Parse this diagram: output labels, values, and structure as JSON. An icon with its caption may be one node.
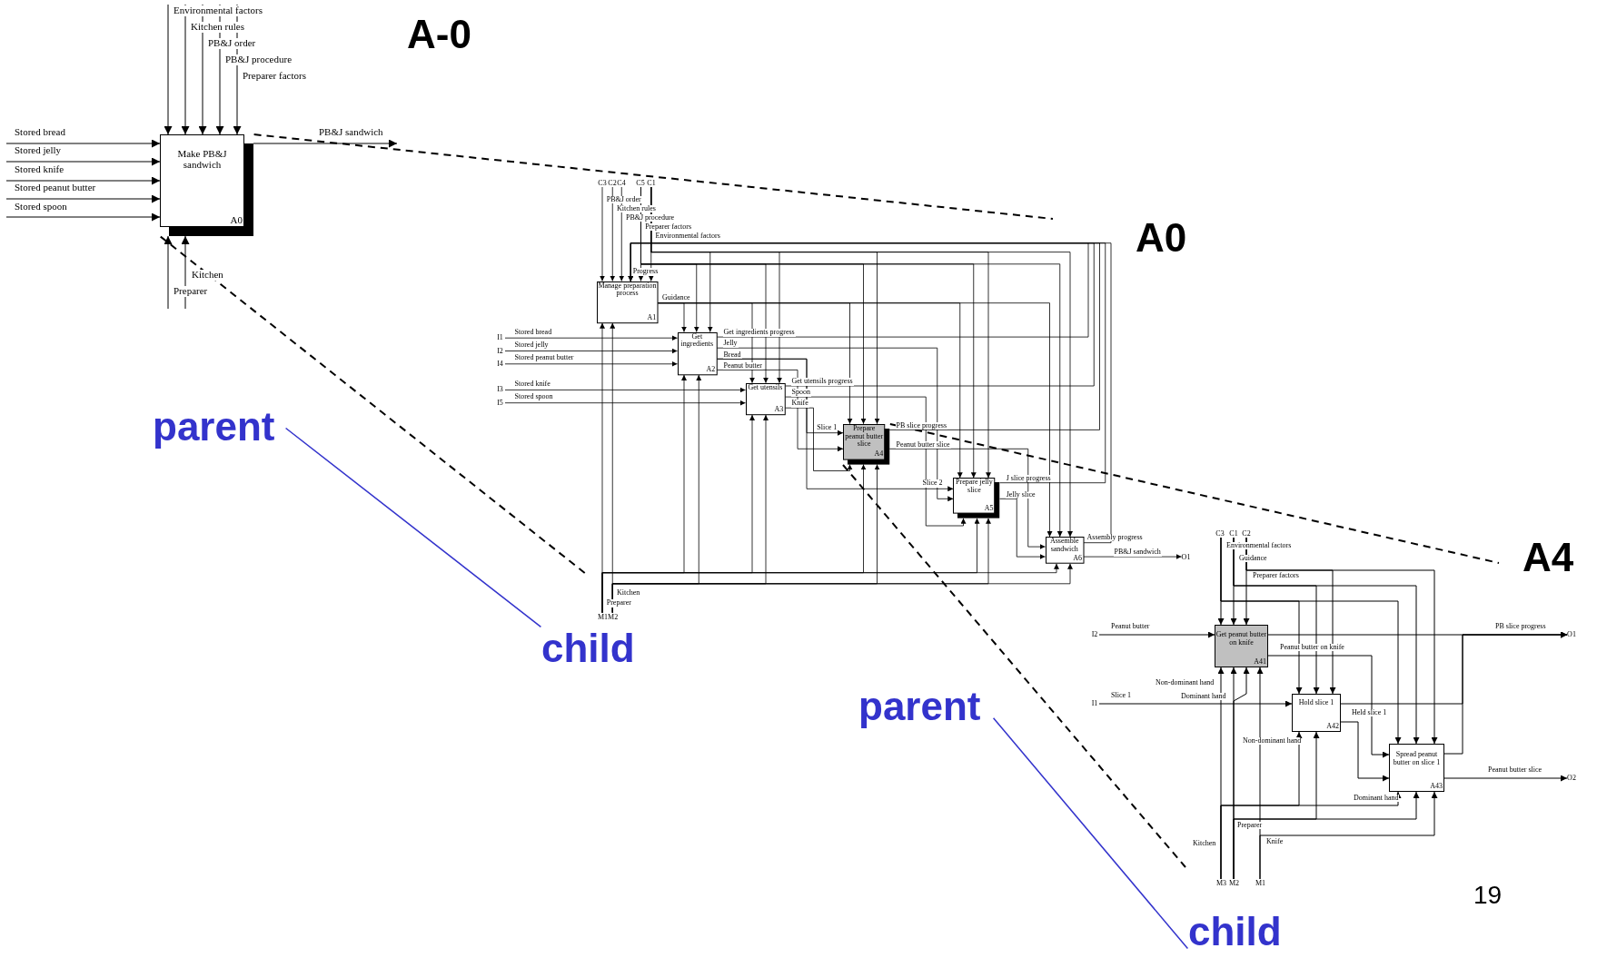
{
  "diagram": {
    "nodes": [
      {
        "text": [
          "Make PB&J sandwich",
          "A0"
        ]
      },
      {
        "text": [
          "Manage preparation process",
          "A1"
        ]
      },
      {
        "text": [
          "Get ingredients",
          "A2"
        ]
      },
      {
        "text": [
          "Get utensils",
          "A3"
        ]
      },
      {
        "text": [
          "Prepare peanut butter slice",
          "A4"
        ]
      },
      {
        "text": [
          "Prepare jelly slice",
          "A5"
        ]
      },
      {
        "text": [
          "Assemble sandwich",
          "A6"
        ]
      },
      {
        "text": [
          "Get peanut butter on knife",
          "A41"
        ]
      },
      {
        "text": [
          "Hold slice 1",
          "A42"
        ]
      },
      {
        "text": [
          "Spread peanut butter on slice 1",
          "A43"
        ]
      },
      {
        "text": [
          "parent"
        ]
      },
      {
        "text": [
          "child"
        ]
      },
      {
        "text": [
          "parent"
        ]
      },
      {
        "text": [
          "child"
        ]
      },
      {
        "text": [
          "C3"
        ]
      },
      {
        "text": [
          "C2"
        ]
      },
      {
        "text": [
          "C4"
        ]
      },
      {
        "text": [
          "C5"
        ]
      },
      {
        "text": [
          "C1"
        ]
      },
      {
        "text": [
          "I1"
        ]
      },
      {
        "text": [
          "I2"
        ]
      },
      {
        "text": [
          "I4"
        ]
      },
      {
        "text": [
          "I3"
        ]
      },
      {
        "text": [
          "I5"
        ]
      },
      {
        "text": [
          "O1"
        ]
      },
      {
        "text": [
          "M1M2"
        ]
      },
      {
        "text": [
          "C3"
        ]
      },
      {
        "text": [
          "C1"
        ]
      },
      {
        "text": [
          "C2"
        ]
      },
      {
        "text": [
          "I2"
        ]
      },
      {
        "text": [
          "I1"
        ]
      },
      {
        "text": [
          "O1"
        ]
      },
      {
        "text": [
          "O2"
        ]
      },
      {
        "text": [
          "M3"
        ]
      },
      {
        "text": [
          "M2"
        ]
      },
      {
        "text": [
          "M1"
        ]
      }
    ],
    "edges": [
      {
        "from": null,
        "to": 0,
        "arrow": "to",
        "label": "Environmental factors"
      },
      {
        "from": null,
        "to": 0,
        "arrow": "to",
        "label": "Kitchen rules"
      },
      {
        "from": null,
        "to": 0,
        "arrow": "to",
        "label": "PB&J order"
      },
      {
        "from": null,
        "to": 0,
        "arrow": "to",
        "label": "PB&J procedure"
      },
      {
        "from": null,
        "to": 0,
        "arrow": "to",
        "label": "Preparer factors"
      },
      {
        "from": null,
        "to": 0,
        "arrow": "to",
        "label": "Stored bread"
      },
      {
        "from": null,
        "to": 0,
        "arrow": "to",
        "label": "Stored jelly"
      },
      {
        "from": null,
        "to": 0,
        "arrow": "to",
        "label": "Stored knife"
      },
      {
        "from": null,
        "to": 0,
        "arrow": "to",
        "label": "Stored peanut butter"
      },
      {
        "from": null,
        "to": 0,
        "arrow": "to",
        "label": "Stored spoon"
      },
      {
        "from": 0,
        "to": null,
        "arrow": "to",
        "label": "PB&J sandwich"
      },
      {
        "from": null,
        "to": 0,
        "arrow": "to",
        "label": "Kitchen"
      },
      {
        "from": null,
        "to": 0,
        "arrow": "to",
        "label": "Preparer"
      },
      {
        "from": 0,
        "to": null,
        "arrow": "none",
        "style": "dashed"
      },
      {
        "from": 0,
        "to": null,
        "arrow": "none",
        "style": "dashed"
      },
      {
        "from": 14,
        "to": 1,
        "arrow": "to",
        "label": "PB&J order"
      },
      {
        "from": 15,
        "to": 1,
        "arrow": "to",
        "label": "Kitchen rules"
      },
      {
        "from": 16,
        "to": 1,
        "arrow": "to",
        "label": "PB&J procedure"
      },
      {
        "from": 17,
        "to": 1,
        "arrow": "to",
        "label": "Preparer factors"
      },
      {
        "from": 18,
        "to": 1,
        "arrow": "to",
        "label": "Environmental factors"
      },
      {
        "from": 2,
        "to": 1,
        "arrow": "to",
        "label": "Get ingredients progress"
      },
      {
        "from": 3,
        "to": 1,
        "arrow": "to",
        "label": "Get utensils progress"
      },
      {
        "from": 4,
        "to": 1,
        "arrow": "to",
        "label": "PB slice progress"
      },
      {
        "from": 5,
        "to": 1,
        "arrow": "to",
        "label": "J slice progress"
      },
      {
        "from": 6,
        "to": 1,
        "arrow": "to",
        "label": "Assembly progress"
      },
      {
        "from": 1,
        "to": 2,
        "arrow": "to",
        "label": "Guidance"
      },
      {
        "from": 1,
        "to": 3,
        "arrow": "to"
      },
      {
        "from": 1,
        "to": 4,
        "arrow": "to"
      },
      {
        "from": 1,
        "to": 5,
        "arrow": "to"
      },
      {
        "from": 1,
        "to": 6,
        "arrow": "to"
      },
      {
        "from": 18,
        "to": 2,
        "arrow": "to"
      },
      {
        "from": 18,
        "to": 3,
        "arrow": "to"
      },
      {
        "from": 18,
        "to": 4,
        "arrow": "to"
      },
      {
        "from": 18,
        "to": 5,
        "arrow": "to"
      },
      {
        "from": 18,
        "to": 6,
        "arrow": "to"
      },
      {
        "from": 17,
        "to": 2,
        "arrow": "to"
      },
      {
        "from": 17,
        "to": 3,
        "arrow": "to"
      },
      {
        "from": 17,
        "to": 4,
        "arrow": "to"
      },
      {
        "from": 17,
        "to": 5,
        "arrow": "to"
      },
      {
        "from": 17,
        "to": 6,
        "arrow": "to"
      },
      {
        "from": 19,
        "to": 2,
        "arrow": "to",
        "label": "Stored bread"
      },
      {
        "from": 20,
        "to": 2,
        "arrow": "to",
        "label": "Stored jelly"
      },
      {
        "from": 21,
        "to": 2,
        "arrow": "to",
        "label": "Stored peanut butter"
      },
      {
        "from": 22,
        "to": 3,
        "arrow": "to",
        "label": "Stored knife"
      },
      {
        "from": 23,
        "to": 3,
        "arrow": "to",
        "label": "Stored spoon"
      },
      {
        "from": 2,
        "to": 5,
        "arrow": "to",
        "label": "Jelly"
      },
      {
        "from": 2,
        "to": 4,
        "arrow": "to",
        "label": "Bread"
      },
      {
        "from": 2,
        "to": 5,
        "arrow": "to"
      },
      {
        "from": 2,
        "to": 4,
        "arrow": "to",
        "label": "Peanut butter"
      },
      {
        "from": 3,
        "to": 5,
        "arrow": "to",
        "label": "Spoon"
      },
      {
        "from": 3,
        "to": 4,
        "arrow": "to",
        "label": "Knife"
      },
      {
        "from": 25,
        "to": 1,
        "arrow": "to",
        "label": "Preparer"
      },
      {
        "from": 25,
        "to": 1,
        "arrow": "to",
        "label": "Kitchen"
      },
      {
        "from": 25,
        "to": 2,
        "arrow": "to"
      },
      {
        "from": 25,
        "to": 3,
        "arrow": "to"
      },
      {
        "from": 25,
        "to": 4,
        "arrow": "to"
      },
      {
        "from": 25,
        "to": 5,
        "arrow": "to"
      },
      {
        "from": 25,
        "to": 6,
        "arrow": "to"
      },
      {
        "from": 25,
        "to": 2,
        "arrow": "to"
      },
      {
        "from": 25,
        "to": 3,
        "arrow": "to"
      },
      {
        "from": 25,
        "to": 4,
        "arrow": "to"
      },
      {
        "from": 25,
        "to": 5,
        "arrow": "to"
      },
      {
        "from": 25,
        "to": 6,
        "arrow": "to"
      },
      {
        "from": 4,
        "to": 6,
        "arrow": "to",
        "label": "Peanut butter slice"
      },
      {
        "from": 5,
        "to": 6,
        "arrow": "to",
        "label": "Jelly slice"
      },
      {
        "from": 6,
        "to": 24,
        "arrow": "to",
        "label": "PB&J sandwich"
      },
      {
        "from": 4,
        "to": null,
        "arrow": "none",
        "style": "dashed"
      },
      {
        "from": 4,
        "to": null,
        "arrow": "none",
        "style": "dashed"
      },
      {
        "from": 26,
        "to": 7,
        "arrow": "to",
        "label": "Environmental factors"
      },
      {
        "from": 27,
        "to": 7,
        "arrow": "to",
        "label": "Guidance"
      },
      {
        "from": 28,
        "to": 7,
        "arrow": "to",
        "label": "Preparer factors"
      },
      {
        "from": 26,
        "to": 8,
        "arrow": "to"
      },
      {
        "from": 26,
        "to": 9,
        "arrow": "to"
      },
      {
        "from": 27,
        "to": 8,
        "arrow": "to"
      },
      {
        "from": 27,
        "to": 9,
        "arrow": "to"
      },
      {
        "from": 28,
        "to": 8,
        "arrow": "to"
      },
      {
        "from": 28,
        "to": 9,
        "arrow": "to"
      },
      {
        "from": 29,
        "to": 7,
        "arrow": "to",
        "label": "Peanut butter"
      },
      {
        "from": 30,
        "to": 8,
        "arrow": "to",
        "label": "Slice 1"
      },
      {
        "from": 7,
        "to": 31,
        "arrow": "to",
        "label": "PB slice progress"
      },
      {
        "from": 8,
        "to": 31,
        "arrow": "to"
      },
      {
        "from": 9,
        "to": 31,
        "arrow": "to"
      },
      {
        "from": 7,
        "to": 9,
        "arrow": "to",
        "label": "Peanut butter on knife"
      },
      {
        "from": 8,
        "to": 9,
        "arrow": "to",
        "label": "Held slice 1"
      },
      {
        "from": 9,
        "to": 32,
        "arrow": "to",
        "label": "Peanut butter slice"
      },
      {
        "from": 33,
        "to": 7,
        "arrow": "to",
        "label": "Kitchen"
      },
      {
        "from": 34,
        "to": 7,
        "arrow": "to"
      },
      {
        "from": 34,
        "to": 7,
        "arrow": "to"
      },
      {
        "from": 35,
        "to": 7,
        "arrow": "to"
      },
      {
        "from": 34,
        "to": 8,
        "arrow": "to"
      },
      {
        "from": 33,
        "to": 8,
        "arrow": "to"
      },
      {
        "from": 34,
        "to": 9,
        "arrow": "to"
      },
      {
        "from": 33,
        "to": 9,
        "arrow": "to"
      },
      {
        "from": 35,
        "to": 9,
        "arrow": "to",
        "label": "Knife"
      },
      {
        "from": 10,
        "to": 11,
        "arrow": "none",
        "color": "#3333cc"
      },
      {
        "from": 12,
        "to": 13,
        "arrow": "none",
        "color": "#3333cc"
      }
    ],
    "labels": [
      "A-0",
      "A0",
      "A4",
      "Progress",
      "Slice 1",
      "Slice 2",
      "Non-dominant hand",
      "Dominant hand",
      "Non-dominant hand",
      "Dominant hand",
      "Preparer",
      "19"
    ]
  }
}
